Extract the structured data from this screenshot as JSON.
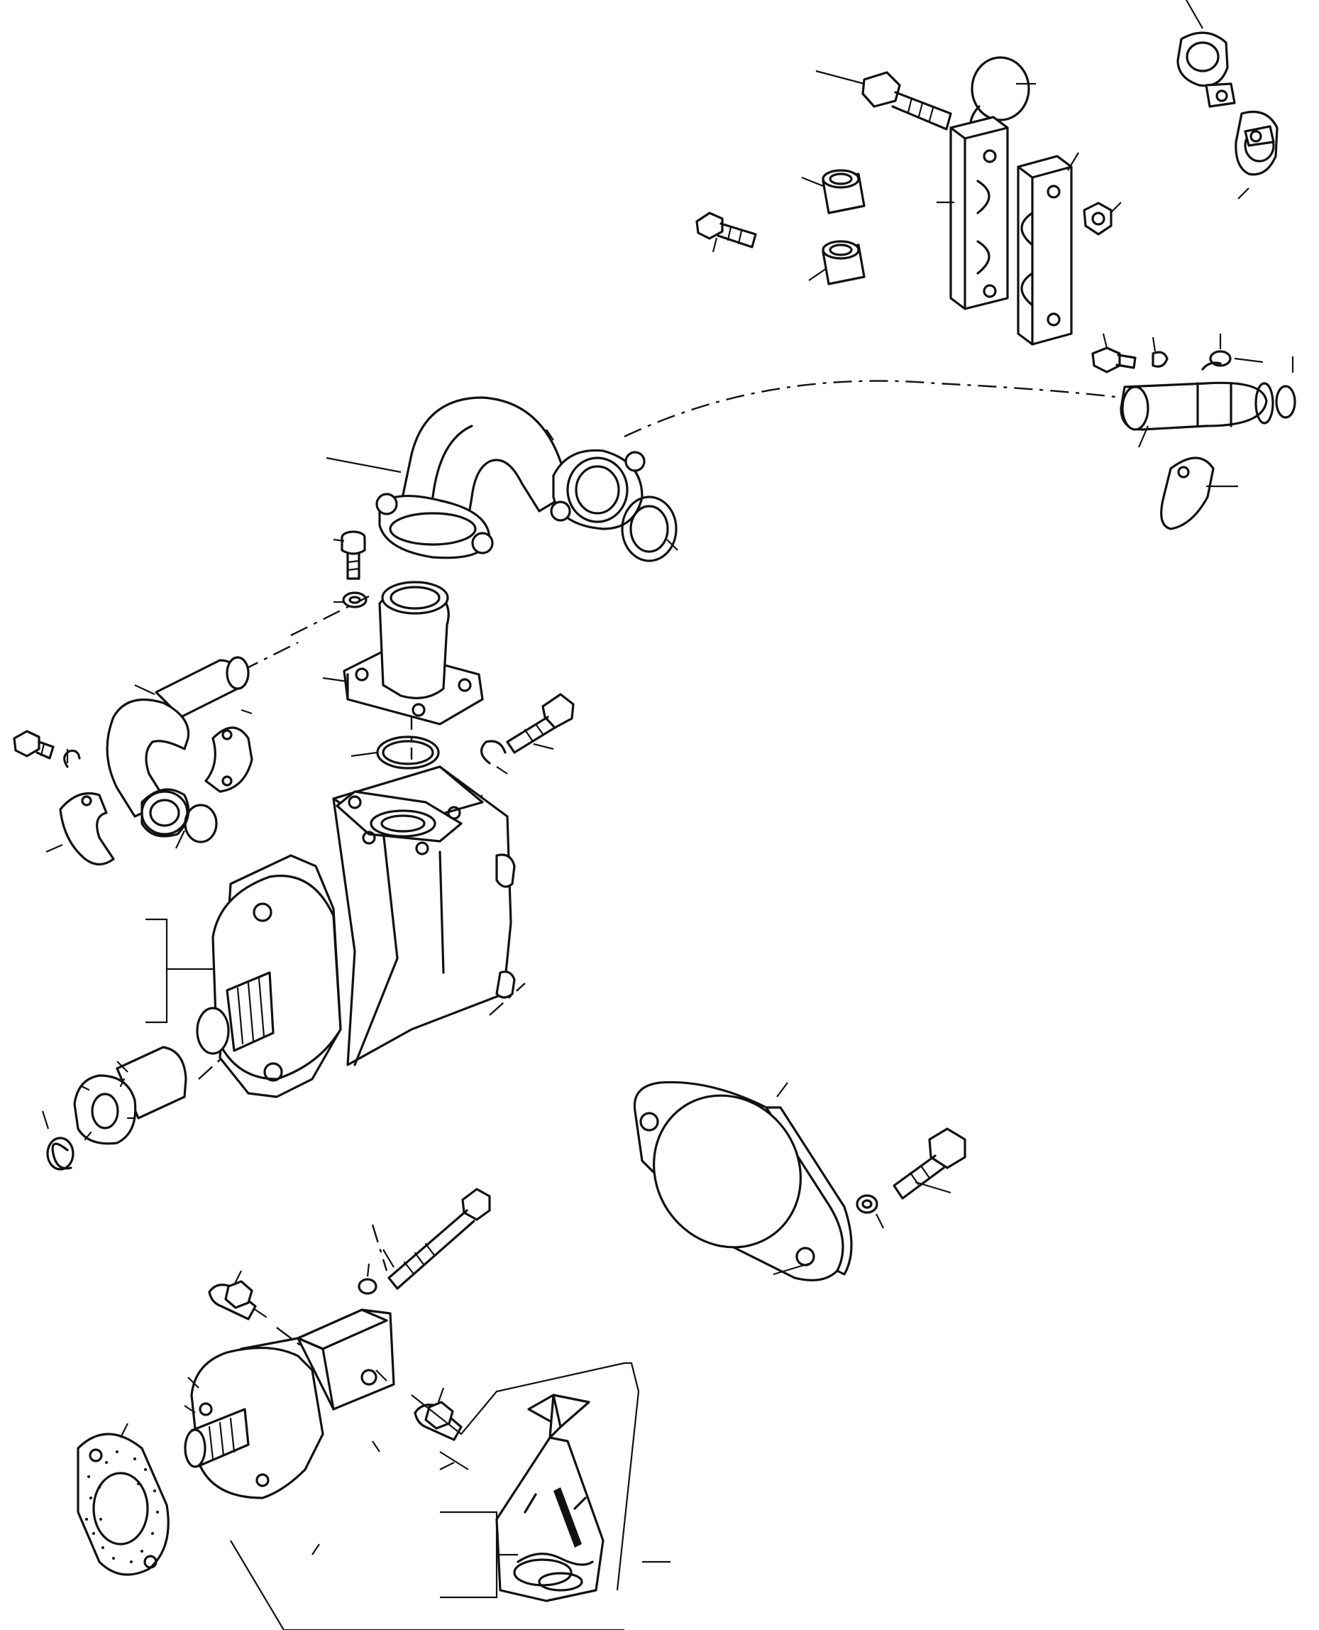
{
  "colors": {
    "ink": "#111111",
    "background": "#ffffff"
  },
  "parts": [
    {
      "id": "top-bolt",
      "kind": "bolt"
    },
    {
      "id": "upper-ring",
      "kind": "snap-ring"
    },
    {
      "id": "pipe-clamp-pair",
      "kind": "clamp"
    },
    {
      "id": "clamp-block-left",
      "kind": "split-clamp-block"
    },
    {
      "id": "clamp-block-right",
      "kind": "split-clamp-block"
    },
    {
      "id": "bushing-upper",
      "kind": "bushing"
    },
    {
      "id": "bushing-lower",
      "kind": "bushing"
    },
    {
      "id": "small-bolt",
      "kind": "bolt"
    },
    {
      "id": "hex-nut",
      "kind": "nut"
    },
    {
      "id": "right-fitting-assembly",
      "kind": "fitting"
    },
    {
      "id": "right-cover-plate",
      "kind": "plate"
    },
    {
      "id": "suction-elbow",
      "kind": "elbow-pipe"
    },
    {
      "id": "elbow-clamp",
      "kind": "clamp"
    },
    {
      "id": "sealing-ring",
      "kind": "ring"
    },
    {
      "id": "flange-fitting",
      "kind": "flange"
    },
    {
      "id": "o-ring",
      "kind": "o-ring"
    },
    {
      "id": "small-hose-elbow",
      "kind": "hose"
    },
    {
      "id": "split-flange-halves",
      "kind": "flange"
    },
    {
      "id": "main-pump",
      "kind": "hydraulic-pump"
    },
    {
      "id": "drive-coupling",
      "kind": "splined-coupling"
    },
    {
      "id": "retaining-ring",
      "kind": "circlip"
    },
    {
      "id": "cover-plate",
      "kind": "plate"
    },
    {
      "id": "cover-bolt",
      "kind": "bolt"
    },
    {
      "id": "long-bolt",
      "kind": "bolt"
    },
    {
      "id": "auxiliary-pump",
      "kind": "gear-pump"
    },
    {
      "id": "port-fittings",
      "kind": "fitting"
    },
    {
      "id": "gasket",
      "kind": "gasket"
    },
    {
      "id": "parts-bag",
      "kind": "kit-bag"
    }
  ]
}
